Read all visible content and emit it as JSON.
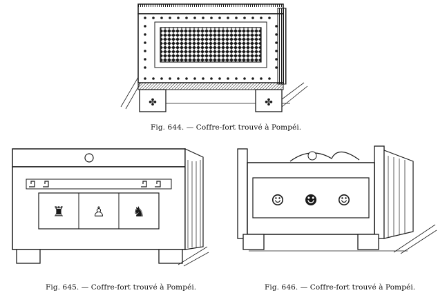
{
  "figures": [
    {
      "caption": "Fig. 644. — Coffre-fort trouvé à Pompéi."
    },
    {
      "caption": "Fig. 645. — Coffre-fort trouvé à Pompéi."
    },
    {
      "caption": "Fig. 646. — Coffre-fort trouvé à Pompéi."
    }
  ],
  "colors": {
    "ink": "#1a1a1a",
    "paper": "#ffffff"
  }
}
